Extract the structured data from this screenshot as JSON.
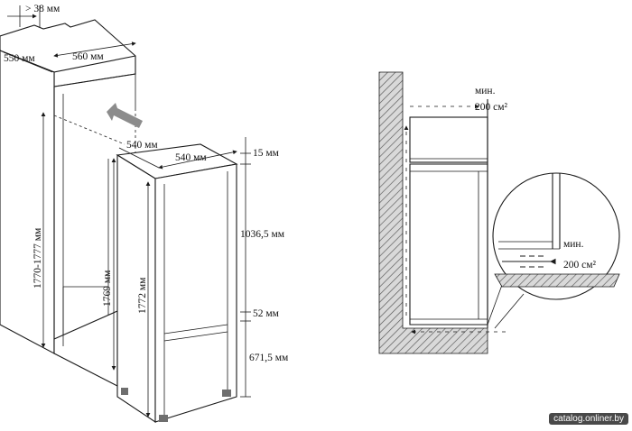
{
  "left_diagram": {
    "dimensions": {
      "gap_min": "> 38 мм",
      "depth_niche": "550 мм",
      "width_niche": "560 мм",
      "appliance_depth": "540 мм",
      "appliance_width": "540 мм",
      "niche_height": "1770-1777 мм",
      "inner_height": "1769 мм",
      "appliance_height": "1772 мм",
      "top_gap": "15 мм",
      "upper_section": "1036,5 мм",
      "middle_gap": "52 мм",
      "lower_section": "671,5 мм"
    }
  },
  "right_diagram": {
    "top_vent_label": "мин.",
    "top_vent_value": "200 см²",
    "zoom_vent_label": "мин.",
    "zoom_vent_value": "200 см²"
  },
  "watermark": "catalog.onliner.by"
}
